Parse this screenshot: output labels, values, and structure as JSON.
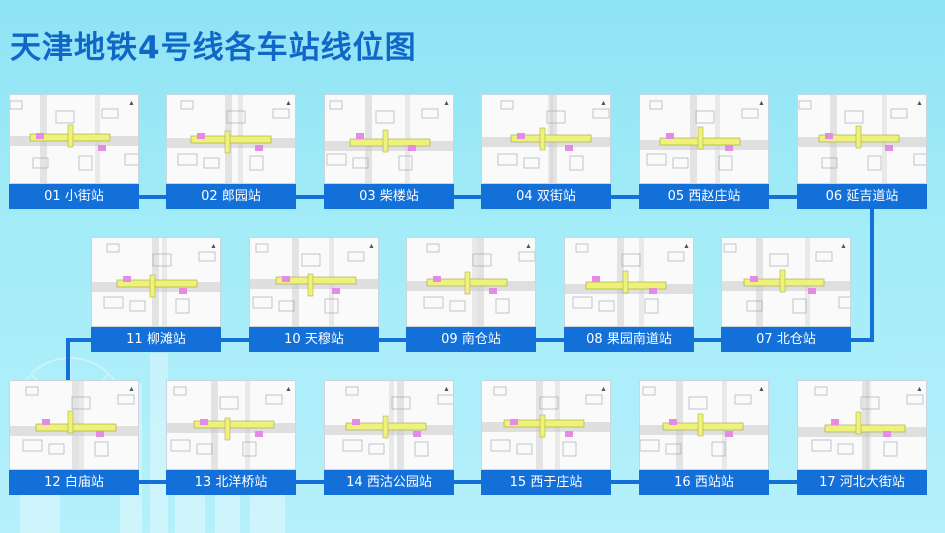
{
  "title": "天津地铁4号线各车站线位图",
  "colors": {
    "accent": "#1370d8",
    "title": "#1167c8",
    "corridor": "#eef27a",
    "building": "#e58be6",
    "road": "#c8c8c8"
  },
  "stations": [
    {
      "label": "01 小街站"
    },
    {
      "label": "02 郎园站"
    },
    {
      "label": "03 柴楼站"
    },
    {
      "label": "04 双街站"
    },
    {
      "label": "05 西赵庄站"
    },
    {
      "label": "06 延吉道站"
    },
    {
      "label": "07 北仓站"
    },
    {
      "label": "08 果园南道站"
    },
    {
      "label": "09 南仓站"
    },
    {
      "label": "10 天穆站"
    },
    {
      "label": "11 柳滩站"
    },
    {
      "label": "12 白庙站"
    },
    {
      "label": "13 北洋桥站"
    },
    {
      "label": "14 西沽公园站"
    },
    {
      "label": "15 西于庄站"
    },
    {
      "label": "16 西站站"
    },
    {
      "label": "17 河北大街站"
    }
  ]
}
